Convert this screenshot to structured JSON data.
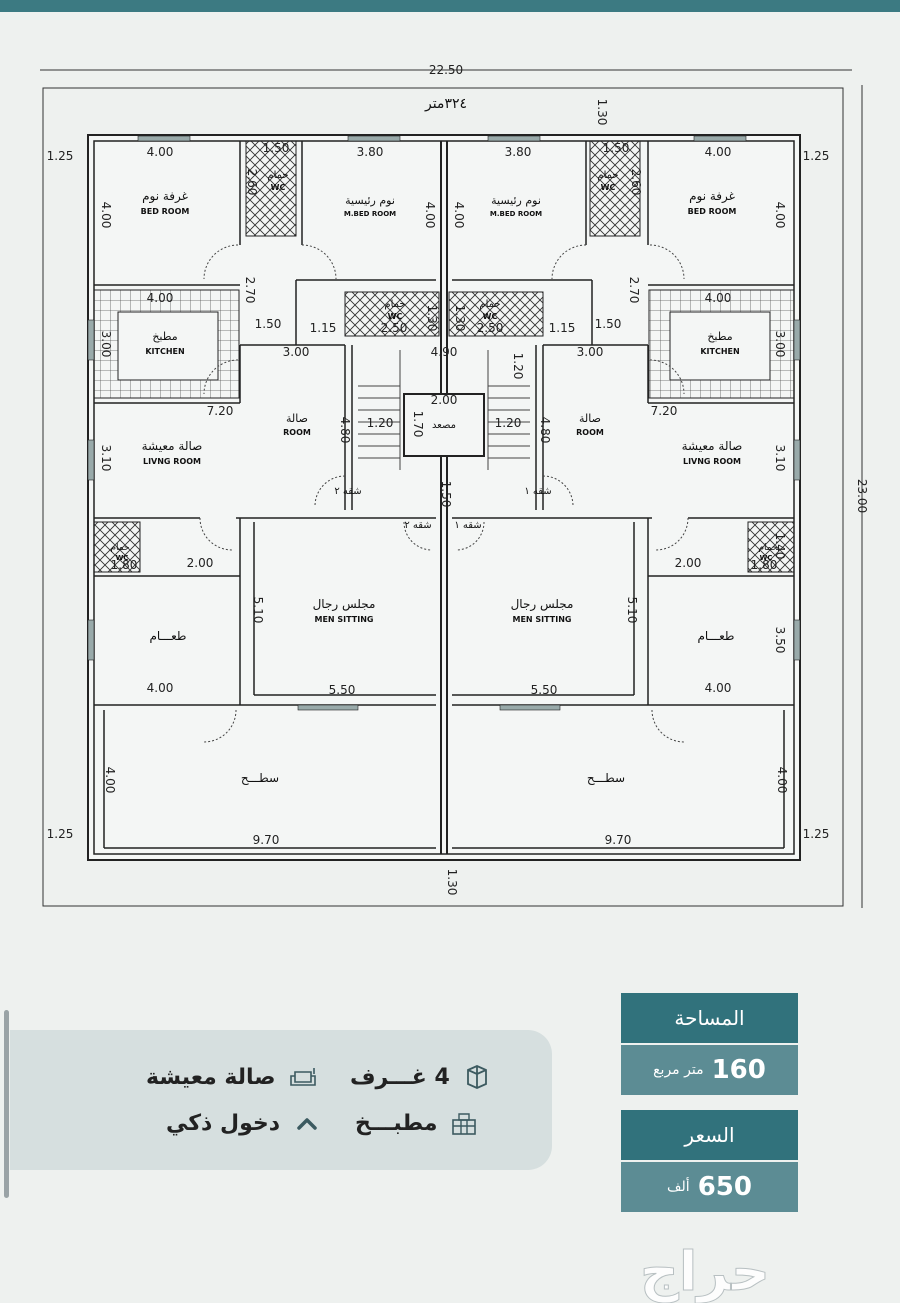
{
  "plan": {
    "area_label": "٣٢٤متر",
    "rooms": {
      "bed_ar": "غرفة نوم",
      "bed_en": "BED ROOM",
      "master_ar": "نوم رئيسية",
      "master_en": "M.BED ROOM",
      "wc_ar": "حمام",
      "wc_en": "WC",
      "kitchen_ar": "مطبخ",
      "kitchen_en": "KITCHEN",
      "hall_ar": "صالة",
      "hall_en": "ROOM",
      "living_ar": "صالة معيشة",
      "living_en": "LIVNG ROOM",
      "elevator_ar": "مصعد",
      "apt1": "شقه ١",
      "apt2": "شقه ٢",
      "men_ar": "مجلس رجال",
      "men_en": "MEN SITTING",
      "dining_ar": "طعـــام",
      "roof_ar": "سطـــح"
    },
    "dims": {
      "d2250": "22.50",
      "d2300": "23.00",
      "d130": "1.30",
      "d125": "1.25",
      "d400": "4.00",
      "d380": "3.80",
      "d150": "1.50",
      "d260": "2.60",
      "d270": "2.70",
      "d115": "1.15",
      "d250": "2.50",
      "d300": "3.00",
      "d490": "4.90",
      "d120": "1.20",
      "d720": "7.20",
      "d480": "4.80",
      "d310": "3.10",
      "d170": "1.70",
      "d200": "2.00",
      "d180": "1.80",
      "d140": "1.40",
      "d510": "5.10",
      "d550": "5.50",
      "d350": "3.50",
      "d970": "9.70"
    }
  },
  "features": {
    "rooms": "4 غـــرف",
    "living": "صالة معيشة",
    "kitchen": "مطبـــخ",
    "smart_entry": "دخول ذكي"
  },
  "info": {
    "area_label": "المساحة",
    "area_value": "160",
    "area_unit": "متر مربع",
    "price_label": "السعر",
    "price_value": "650",
    "price_unit": "ألف"
  },
  "watermark": "حراج"
}
